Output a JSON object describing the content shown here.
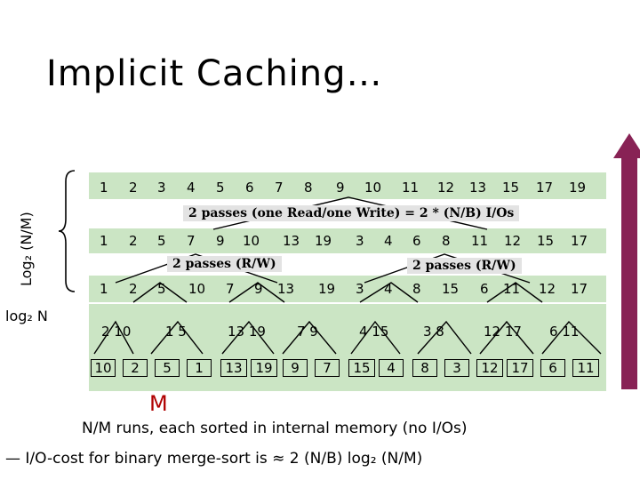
{
  "title": "Implicit Caching…",
  "ylabel_top": "Log₂ (N/M)",
  "ylabel_bottom": "log₂ N",
  "rows": {
    "row1": [
      "1",
      "2",
      "3",
      "4",
      "5",
      "6",
      "7",
      "8",
      "9",
      "10",
      "11",
      "12",
      "13",
      "15",
      "17",
      "19"
    ],
    "row2": [
      "1",
      "2",
      "5",
      "7",
      "9",
      "10",
      "13",
      "19",
      "3",
      "4",
      "6",
      "8",
      "11",
      "12",
      "15",
      "17"
    ],
    "row3": [
      "1",
      "2",
      "5",
      "10",
      "7",
      "9",
      "13",
      "19",
      "3",
      "4",
      "8",
      "15",
      "6",
      "11",
      "12",
      "17"
    ],
    "pairs": [
      "2 10",
      "1 5",
      "13 19",
      "7 9",
      "4 15",
      "3 8",
      "12 17",
      "6 11"
    ],
    "leaves": [
      "10",
      "2",
      "5",
      "1",
      "13",
      "19",
      "9",
      "7",
      "15",
      "4",
      "8",
      "3",
      "12",
      "17",
      "6",
      "11"
    ]
  },
  "labels": {
    "pass_full": "2 passes (one Read/one Write) = 2 * (N/B) I/Os",
    "pass_left": "2 passes (R/W)",
    "pass_right": "2 passes (R/W)",
    "memory": "M",
    "runs": "N/M runs, each sorted in internal memory (no I/Os)",
    "cost": "— I/O-cost for binary merge-sort is  ≈ 2 (N/B) log₂ (N/M)"
  },
  "colors": {
    "band": "#cbe5c4",
    "arrow": "#882255",
    "memory": "#b00000"
  }
}
